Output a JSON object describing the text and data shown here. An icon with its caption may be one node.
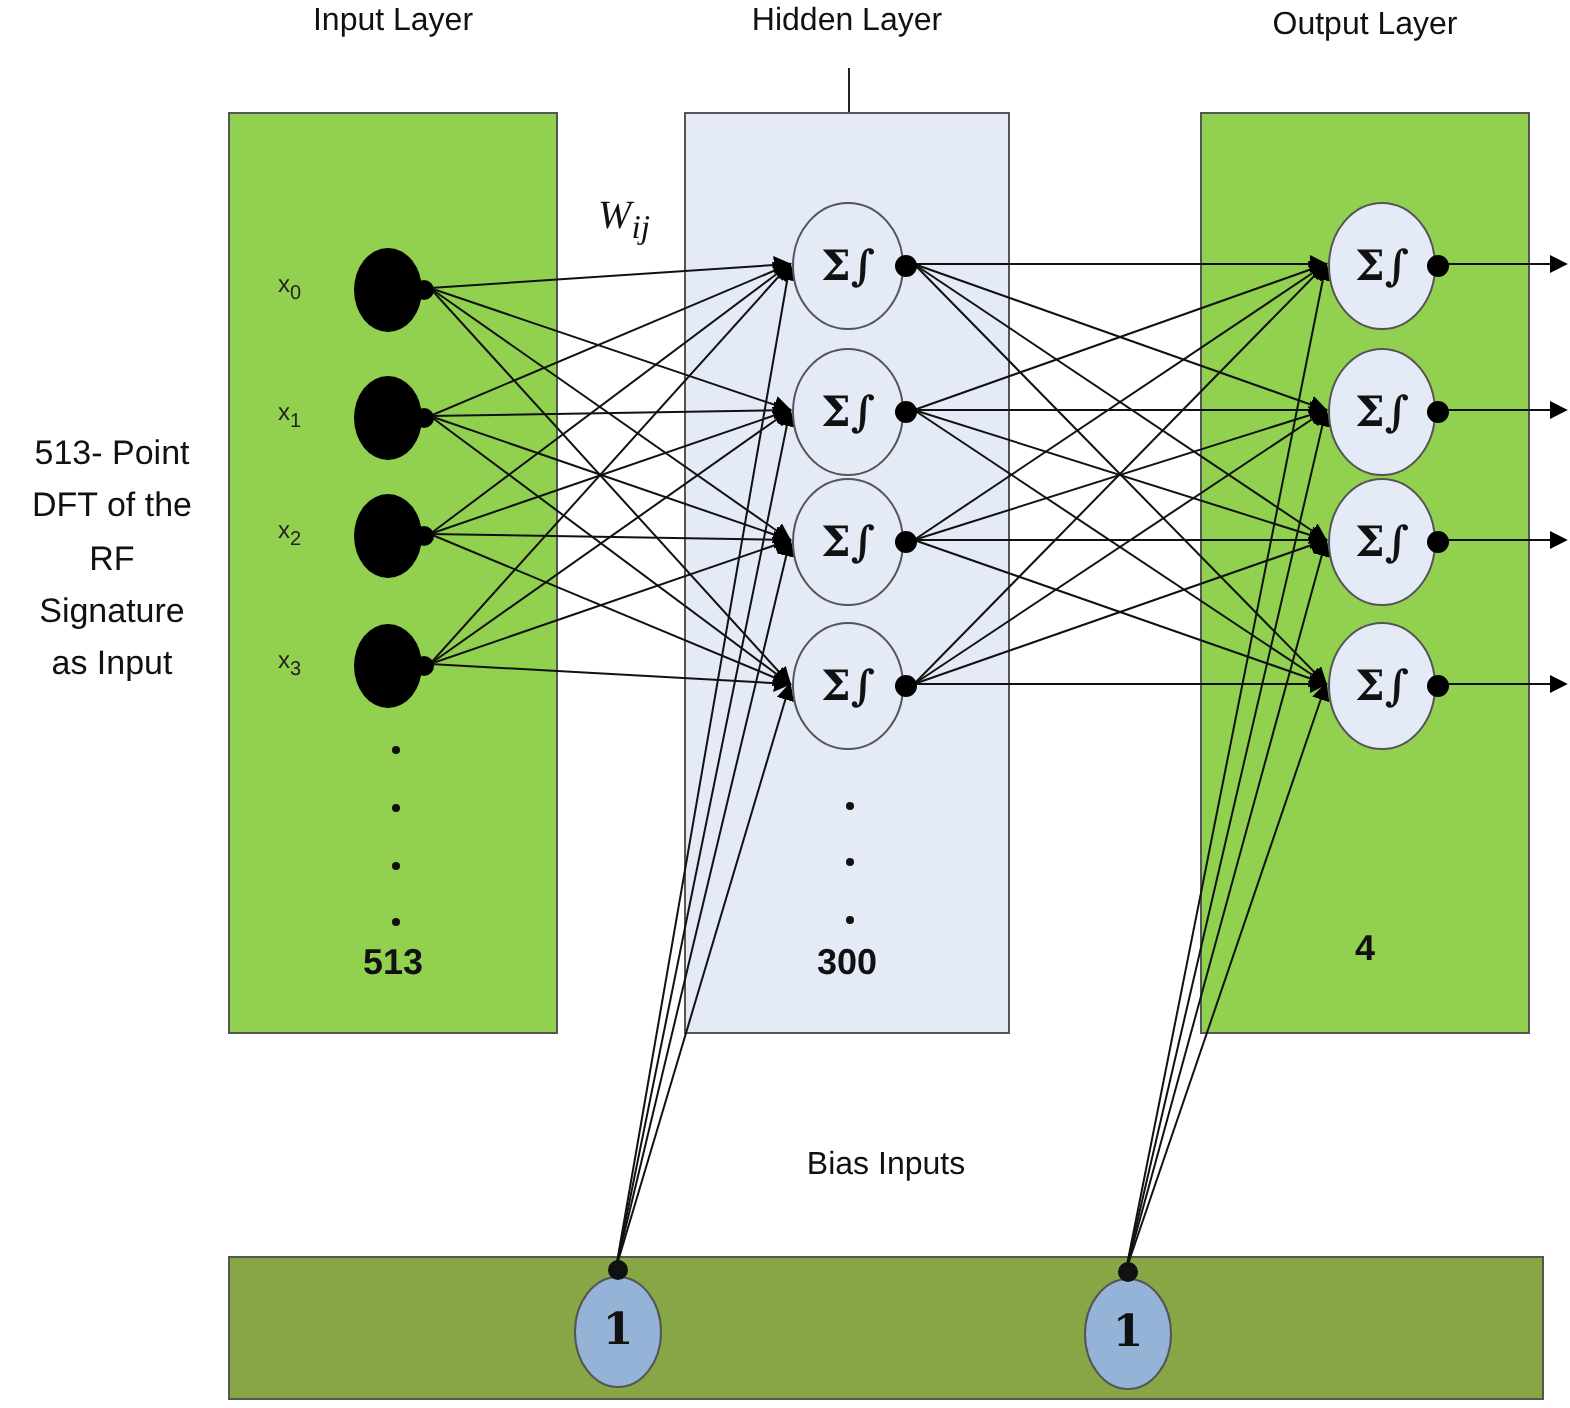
{
  "diagram": {
    "nodes": [
      {
        "text": [
          "Input Layer",
          "513"
        ]
      },
      {
        "text": [
          "Hidden Layer",
          "300"
        ]
      },
      {
        "text": [
          "Output Layer",
          "4"
        ]
      },
      {
        "text": [
          "Bias Inputs"
        ]
      },
      {
        "text": [],
        "shape": "circle",
        "in": 0,
        "beside": [
          "x$_{0}$"
        ]
      },
      {
        "text": [],
        "shape": "circle",
        "in": 0,
        "beside": [
          "x$_{1}$"
        ]
      },
      {
        "text": [],
        "shape": "circle",
        "in": 0,
        "beside": [
          "x$_{2}$"
        ]
      },
      {
        "text": [],
        "shape": "circle",
        "in": 0,
        "beside": [
          "x$_{3}$"
        ]
      },
      {
        "text": [
          "Σ∫"
        ],
        "in": 1
      },
      {
        "text": [
          "Σ∫"
        ],
        "in": 1
      },
      {
        "text": [
          "Σ∫"
        ],
        "in": 1
      },
      {
        "text": [
          "Σ∫"
        ],
        "in": 1
      },
      {
        "text": [
          "Σ∫"
        ],
        "in": 2
      },
      {
        "text": [
          "Σ∫"
        ],
        "in": 2
      },
      {
        "text": [
          "Σ∫"
        ],
        "in": 2
      },
      {
        "text": [
          "Σ∫"
        ],
        "in": 2
      },
      {
        "text": [
          "1"
        ],
        "in": 3
      },
      {
        "text": [
          "1"
        ],
        "in": 3
      }
    ],
    "edges": [
      {
        "from": 4,
        "to": 8,
        "arrow": "to"
      },
      {
        "from": 4,
        "to": 9,
        "arrow": "to"
      },
      {
        "from": 4,
        "to": 10,
        "arrow": "to"
      },
      {
        "from": 4,
        "to": 11,
        "arrow": "to"
      },
      {
        "from": 5,
        "to": 8,
        "arrow": "to"
      },
      {
        "from": 5,
        "to": 9,
        "arrow": "to"
      },
      {
        "from": 5,
        "to": 10,
        "arrow": "to"
      },
      {
        "from": 5,
        "to": 11,
        "arrow": "to"
      },
      {
        "from": 6,
        "to": 8,
        "arrow": "to"
      },
      {
        "from": 6,
        "to": 9,
        "arrow": "to"
      },
      {
        "from": 6,
        "to": 10,
        "arrow": "to"
      },
      {
        "from": 6,
        "to": 11,
        "arrow": "to"
      },
      {
        "from": 7,
        "to": 8,
        "arrow": "to"
      },
      {
        "from": 7,
        "to": 9,
        "arrow": "to"
      },
      {
        "from": 7,
        "to": 10,
        "arrow": "to"
      },
      {
        "from": 7,
        "to": 11,
        "arrow": "to"
      },
      {
        "from": 8,
        "to": 12,
        "arrow": "to"
      },
      {
        "from": 8,
        "to": 13,
        "arrow": "to"
      },
      {
        "from": 8,
        "to": 14,
        "arrow": "to"
      },
      {
        "from": 8,
        "to": 15,
        "arrow": "to"
      },
      {
        "from": 9,
        "to": 12,
        "arrow": "to"
      },
      {
        "from": 9,
        "to": 13,
        "arrow": "to"
      },
      {
        "from": 9,
        "to": 14,
        "arrow": "to"
      },
      {
        "from": 9,
        "to": 15,
        "arrow": "to"
      },
      {
        "from": 10,
        "to": 12,
        "arrow": "to"
      },
      {
        "from": 10,
        "to": 13,
        "arrow": "to"
      },
      {
        "from": 10,
        "to": 14,
        "arrow": "to"
      },
      {
        "from": 10,
        "to": 15,
        "arrow": "to"
      },
      {
        "from": 11,
        "to": 12,
        "arrow": "to"
      },
      {
        "from": 11,
        "to": 13,
        "arrow": "to"
      },
      {
        "from": 11,
        "to": 14,
        "arrow": "to"
      },
      {
        "from": 11,
        "to": 15,
        "arrow": "to"
      },
      {
        "from": 16,
        "to": 8,
        "arrow": "to"
      },
      {
        "from": 16,
        "to": 9,
        "arrow": "to"
      },
      {
        "from": 16,
        "to": 10,
        "arrow": "to"
      },
      {
        "from": 16,
        "to": 11,
        "arrow": "to"
      },
      {
        "from": 17,
        "to": 12,
        "arrow": "to"
      },
      {
        "from": 17,
        "to": 13,
        "arrow": "to"
      },
      {
        "from": 17,
        "to": 14,
        "arrow": "to"
      },
      {
        "from": 17,
        "to": 15,
        "arrow": "to"
      },
      {
        "from": 12,
        "to": null,
        "arrow": "to"
      },
      {
        "from": 13,
        "to": null,
        "arrow": "to"
      },
      {
        "from": 14,
        "to": null,
        "arrow": "to"
      },
      {
        "from": 15,
        "to": null,
        "arrow": "to"
      }
    ],
    "labels": [
      "513- Point DFT of the RF Signature as Input",
      "W$_{ij}$"
    ]
  }
}
